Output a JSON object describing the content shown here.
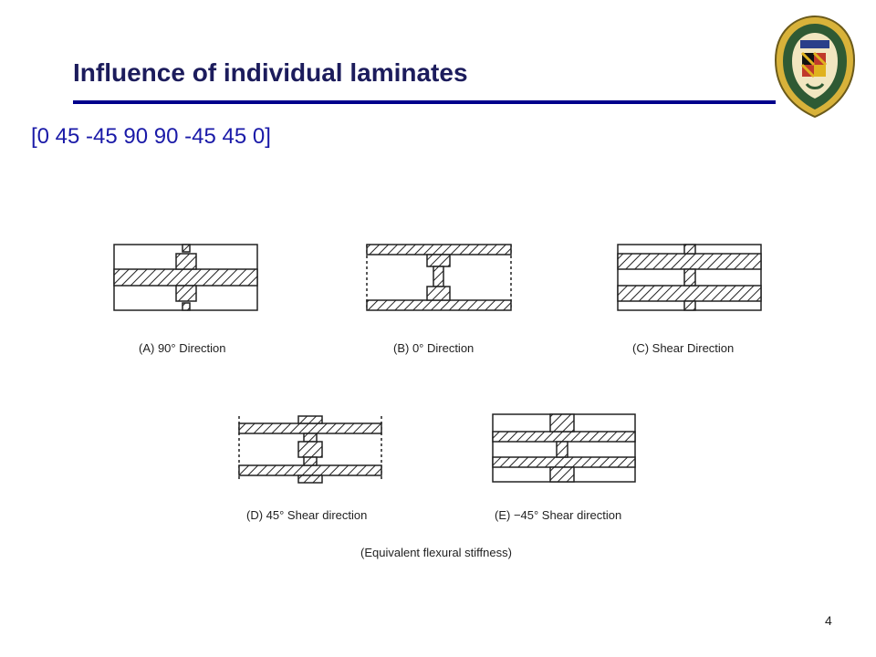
{
  "slide": {
    "title": "Influence of individual laminates",
    "sequence": "[0 45 -45 90 90 -45 45 0]",
    "page_number": "4"
  },
  "figure": {
    "captions": {
      "a": "(A) 90° Direction",
      "b": "(B) 0° Direction",
      "c": "(C) Shear Direction",
      "d": "(D) 45° Shear direction",
      "e": "(E) −45° Shear direction"
    },
    "footnote": "(Equivalent flexural stiffness)"
  },
  "colors": {
    "title": "#1c1c5c",
    "rule": "#00008b",
    "sequence": "#1a1aa8",
    "seal_gold": "#d8b23a",
    "seal_green": "#2f5a34"
  }
}
